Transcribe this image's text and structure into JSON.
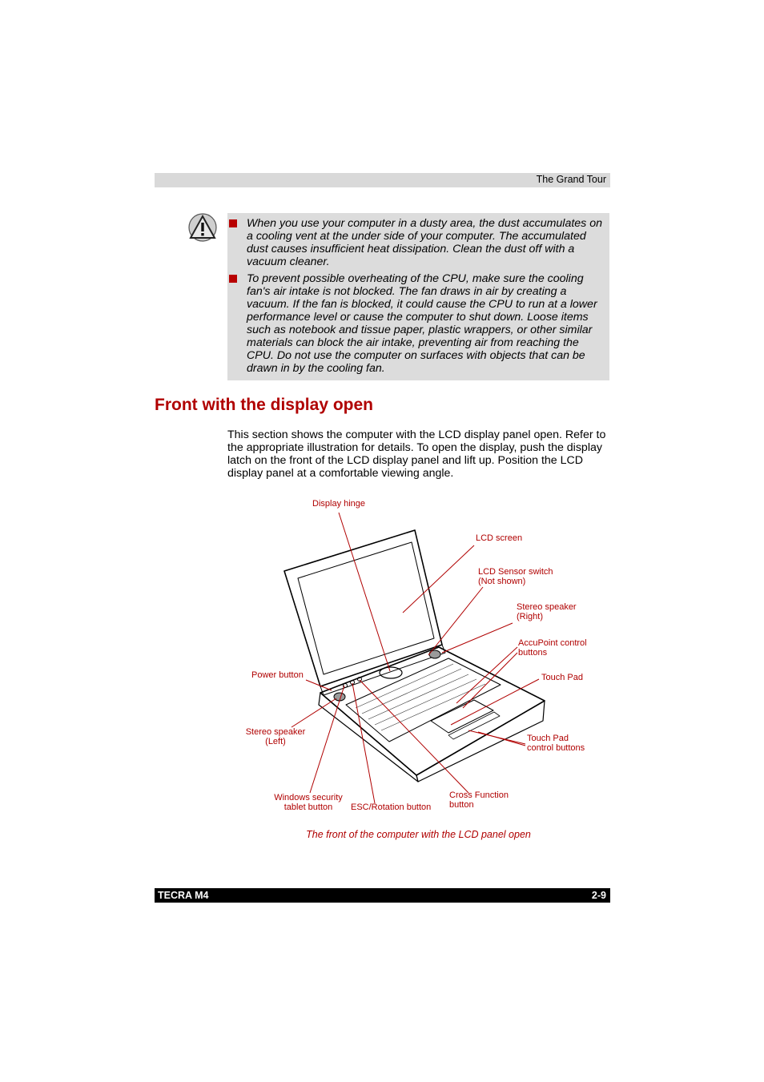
{
  "header": {
    "section": "The Grand Tour"
  },
  "caution": {
    "icon": "caution-icon",
    "bullets": [
      "When you use your computer in a dusty area, the dust accumulates on a cooling vent at the under side of your computer. The accumulated dust causes insufficient heat dissipation. Clean the dust off with a vacuum cleaner.",
      "To prevent possible overheating of the CPU, make sure the cooling fan's air intake is not blocked. The fan draws in air by creating a vacuum. If the fan is blocked, it could cause the CPU to run at a lower performance level or cause the computer to shut down. Loose items such as notebook and tissue paper, plastic wrappers, or other similar materials can block the air intake, preventing air from reaching the CPU. Do not use the computer on surfaces with objects that can be drawn in by the cooling fan."
    ]
  },
  "section": {
    "title": "Front with the display open",
    "intro": "This section shows the computer with the LCD display panel open. Refer to the appropriate illustration for details. To open the display, push the display latch on the front of the LCD display panel and lift up. Position the LCD display panel at a comfortable viewing angle."
  },
  "figure": {
    "labels": {
      "display_hinge": "Display hinge",
      "lcd_screen": "LCD screen",
      "lcd_sensor_1": "LCD Sensor switch",
      "lcd_sensor_2": "(Not shown)",
      "speaker_right_1": "Stereo speaker",
      "speaker_right_2": "(Right)",
      "accupoint_1": "AccuPoint control",
      "accupoint_2": "buttons",
      "touch_pad": "Touch Pad",
      "touch_pad_buttons_1": "Touch Pad",
      "touch_pad_buttons_2": "control buttons",
      "power_button": "Power button",
      "speaker_left_1": "Stereo speaker",
      "speaker_left_2": "(Left)",
      "windows_security_1": "Windows security",
      "windows_security_2": "tablet button",
      "esc_rotation": "ESC/Rotation button",
      "cross_function_1": "Cross Function",
      "cross_function_2": "button"
    },
    "caption": "The front of the computer with the LCD panel open",
    "accent_color": "#b00000"
  },
  "footer": {
    "product": "TECRA M4",
    "page": "2-9"
  }
}
